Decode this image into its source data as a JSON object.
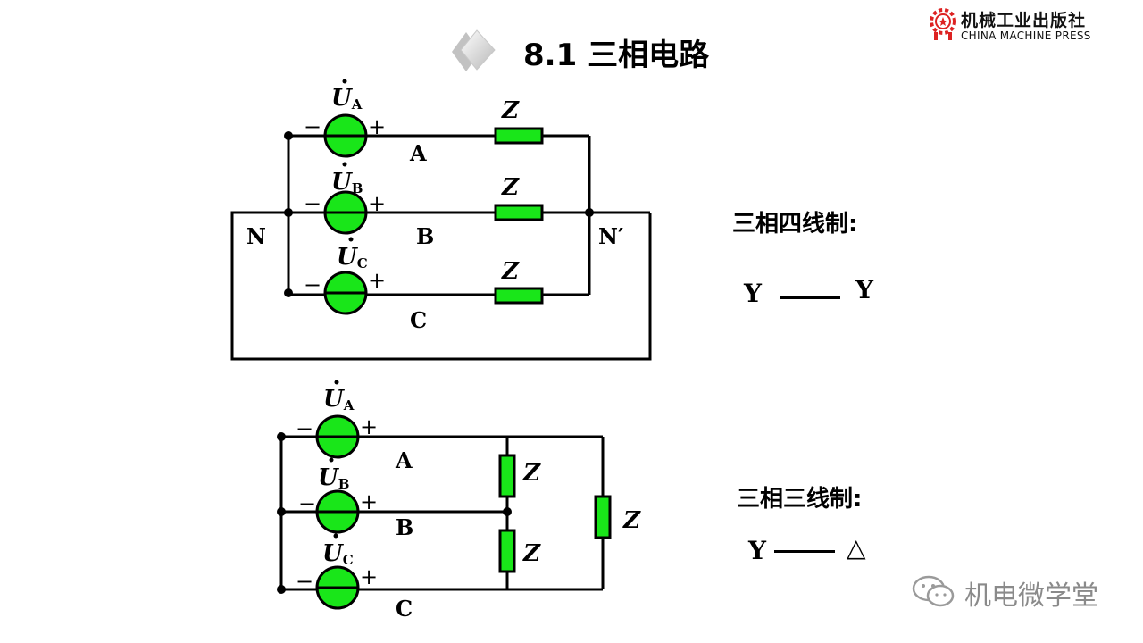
{
  "header": {
    "title": "8.1 三相电路",
    "publisher_cn": "机械工业出版社",
    "publisher_en": "CHINA MACHINE PRESS"
  },
  "diagram_top": {
    "sources": [
      {
        "symbol": "U",
        "sub": "A",
        "minus": "−",
        "plus": "+"
      },
      {
        "symbol": "U",
        "sub": "B",
        "minus": "−",
        "plus": "+"
      },
      {
        "symbol": "U",
        "sub": "C",
        "minus": "−",
        "plus": "+"
      }
    ],
    "impedance": "Z",
    "line_labels": [
      "A",
      "B",
      "C"
    ],
    "neutral": "N",
    "neutral_prime": "N′"
  },
  "diagram_bottom": {
    "sources": [
      {
        "symbol": "U",
        "sub": "A",
        "minus": "−",
        "plus": "+"
      },
      {
        "symbol": "U",
        "sub": "B",
        "minus": "−",
        "plus": "+"
      },
      {
        "symbol": "U",
        "sub": "C",
        "minus": "−",
        "plus": "+"
      }
    ],
    "impedance": "Z",
    "line_labels": [
      "A",
      "B",
      "C"
    ]
  },
  "side": {
    "four_wire_label": "三相四线制:",
    "four_wire_left": "Y",
    "four_wire_right": "Y",
    "three_wire_label": "三相三线制:",
    "three_wire_left": "Y",
    "three_wire_right": "△"
  },
  "watermark": {
    "text": "机电微学堂"
  },
  "colors": {
    "source_fill": "#19e619",
    "impedance_fill": "#19e619",
    "wire": "#000000"
  }
}
